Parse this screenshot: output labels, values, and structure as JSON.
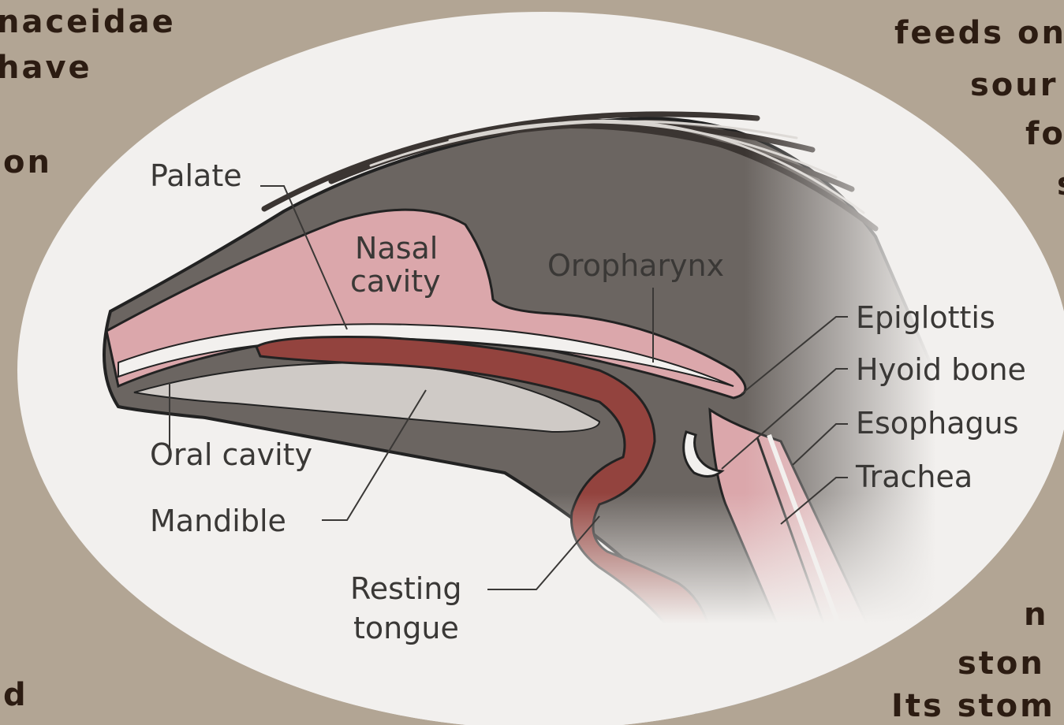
{
  "background_text": {
    "top_left": [
      "naceidae",
      "have",
      "on"
    ],
    "bottom_left": [
      "d"
    ],
    "top_right": [
      "feeds on",
      "sour",
      "fo",
      "s"
    ],
    "bottom_right": [
      "n",
      "ston",
      "Its stom"
    ]
  },
  "labels": {
    "palate": "Palate",
    "nasal_cavity_1": "Nasal",
    "nasal_cavity_2": "cavity",
    "oropharynx": "Oropharynx",
    "epiglottis": "Epiglottis",
    "hyoid_bone": "Hyoid bone",
    "esophagus": "Esophagus",
    "trachea": "Trachea",
    "oral_cavity": "Oral cavity",
    "mandible": "Mandible",
    "resting_tongue_1": "Resting",
    "resting_tongue_2": "tongue"
  },
  "colors": {
    "background": "#b2a594",
    "ellipse": "#f2f0ee",
    "head": "#6b6561",
    "nasal": "#dba7ab",
    "tongue": "#93433e",
    "oral_cavity": "#cfcac6"
  }
}
